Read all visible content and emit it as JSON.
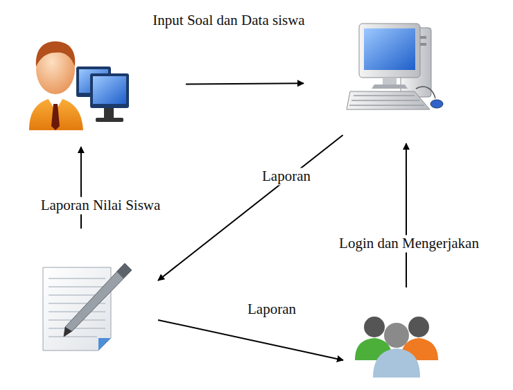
{
  "diagram": {
    "nodes": [
      {
        "text": []
      },
      {
        "text": []
      },
      {
        "text": []
      },
      {
        "text": []
      }
    ],
    "edges": [
      {
        "from": 0,
        "to": 1,
        "arrow": "to",
        "label": "Input Soal dan Data siswa"
      },
      {
        "from": 1,
        "to": 2,
        "arrow": "to",
        "label": "Laporan"
      },
      {
        "from": 2,
        "to": 0,
        "arrow": "to",
        "label": "Laporan Nilai Siswa"
      },
      {
        "from": 2,
        "to": 3,
        "arrow": "to",
        "label": "Laporan"
      },
      {
        "from": 3,
        "to": 1,
        "arrow": "to",
        "label": "Login dan Mengerjakan"
      }
    ]
  }
}
